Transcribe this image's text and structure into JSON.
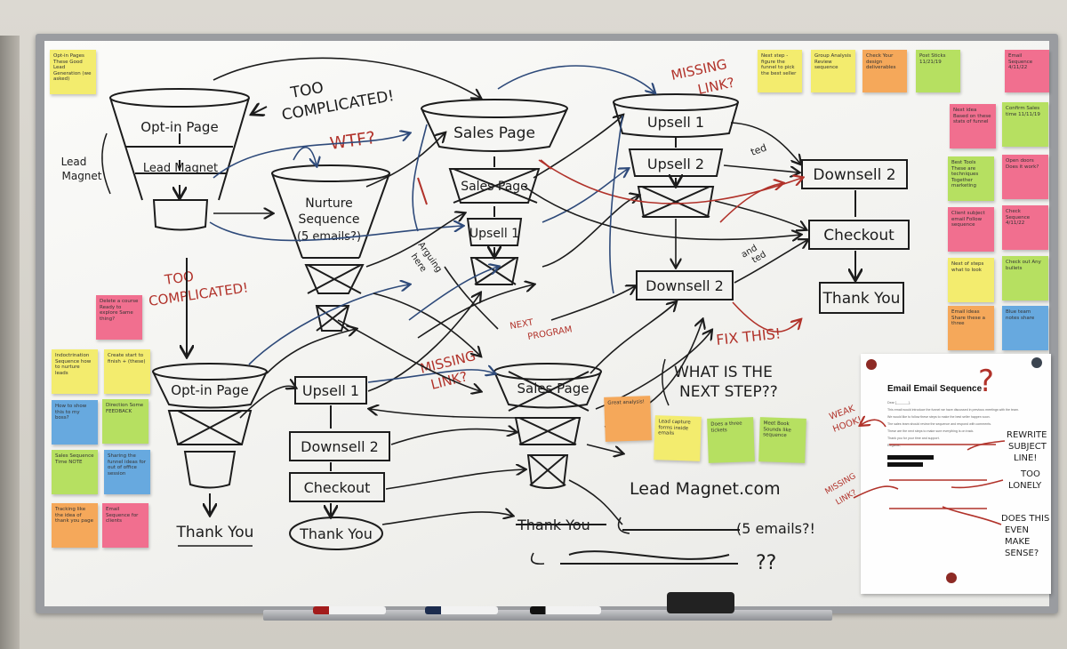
{
  "board": {
    "funnel_left_top": [
      "Opt-in Page",
      "Lead Magnet"
    ],
    "lead_magnet_side_label": [
      "Lead",
      "Magnet"
    ],
    "too_complicated": "TOO COMPLICATED!",
    "too_complicated_lines": [
      "TOO",
      "COMPLICATED!"
    ],
    "wtf": "WTF?",
    "nurture": [
      "Nurture",
      "Sequence",
      "(5 emails?)"
    ],
    "sales_top": "Sales Page",
    "sales_crossed": "Sales Page",
    "upsell_1_mid": "Upsell 1",
    "arguing_note": [
      "Arguing",
      "here"
    ],
    "upsell_1_top": "Upsell 1",
    "upsell_2_top": "Upsell 2",
    "missing_link": [
      "MISSING",
      "LINK?"
    ],
    "downsell_2_right": "Downsell 2",
    "checkout_right": "Checkout",
    "thank_you_right": "Thank You",
    "downsell_2_mid": "Downsell 2",
    "fix_this": "FIX THIS!",
    "next_step": [
      "WHAT IS THE",
      "NEXT STEP??"
    ],
    "next_program": [
      "NEXT",
      "PROGRAM"
    ],
    "missing_link_2": [
      "MISSING",
      "LINK?"
    ],
    "optin_left_bottom": "Opt-in Page",
    "thank_you_left": "Thank You",
    "upsell_1_left": "Upsell 1",
    "downsell_2_left": "Downsell 2",
    "checkout_left": "Checkout",
    "thank_you_oval": "Thank You",
    "sales_page_bottom": "Sales Page",
    "thank_you_crossed": "Thank You",
    "lead_magnet_com": "Lead Magnet.com",
    "five_emails": "(5 emails?!",
    "question_marks": "??",
    "arrow_note_added": "ted",
    "arrow_note_and": [
      "and",
      "ted"
    ]
  },
  "stickies_left": [
    {
      "color": "#f3ec6e",
      "text": "Opt-in Pages These Good Lead Generation (we asked)"
    },
    {
      "color": "#f16f8f",
      "text": "Delete a course Ready to explore Same thing?"
    },
    {
      "color": "#f3ec6e",
      "text": "Indoctrination Sequence how to nurture leads"
    },
    {
      "color": "#f3ec6e",
      "text": "Create start to finish + (these)"
    },
    {
      "color": "#67a9df",
      "text": "How to show this to my boss?"
    },
    {
      "color": "#b6e061",
      "text": "Direction Some FEEDBACK"
    },
    {
      "color": "#b6e061",
      "text": "Sales Sequence Time NOTE"
    },
    {
      "color": "#67a9df",
      "text": "Sharing the funnel ideas for out of office session"
    },
    {
      "color": "#f5a85a",
      "text": "Tracking like the idea of thank you page"
    },
    {
      "color": "#f16f8f",
      "text": "Email Sequence for clients"
    }
  ],
  "stickies_top": [
    {
      "color": "#f3ec6e",
      "text": "Next step - figure the funnel to pick the best seller"
    },
    {
      "color": "#f3ec6e",
      "text": "Group Analysis Review sequence"
    },
    {
      "color": "#f5a85a",
      "text": "Check Your design deliverables"
    },
    {
      "color": "#b6e061",
      "text": "Post Sticks 11/21/19"
    },
    {
      "color": "#f16f8f",
      "text": "Email Sequence 4/11/22"
    }
  ],
  "stickies_right": [
    {
      "color": "#f16f8f",
      "text": "Next idea Based on these stats of funnel"
    },
    {
      "color": "#b6e061",
      "text": "Confirm Sales time 11/11/19"
    },
    {
      "color": "#b6e061",
      "text": "Best Tools These are techniques Together marketing"
    },
    {
      "color": "#f16f8f",
      "text": "Open doors Does it work?"
    },
    {
      "color": "#f16f8f",
      "text": "Client subject email Follow sequence"
    },
    {
      "color": "#f16f8f",
      "text": "Check Sequence 4/11/22"
    },
    {
      "color": "#f3ec6e",
      "text": "Next of steps what to look"
    },
    {
      "color": "#b6e061",
      "text": "Check out Any bullets"
    },
    {
      "color": "#f5a85a",
      "text": "Email ideas Share these a three"
    },
    {
      "color": "#67a9df",
      "text": "Blue team notes share"
    }
  ],
  "stickies_middle": [
    {
      "color": "#f5a85a",
      "text": "Great analysis!"
    },
    {
      "color": "#f3ec6e",
      "text": "Lead capture forms inside emails"
    },
    {
      "color": "#b6e061",
      "text": "Does a three tickets"
    },
    {
      "color": "#b6e061",
      "text": "Meet Book Sounds like sequence"
    }
  ],
  "paper": {
    "title": "Email Email Sequence",
    "placeholder_lines": [
      "Dear [_______],",
      "This email would introduce the funnel we have discussed in previous meetings with the team.",
      "We would like to follow these steps to make the best seller happen soon.",
      "The sales team should review the sequence and respond with comments.",
      "These are the next steps to make sure everything is on track.",
      "Thank you for your time and support.",
      "Regards,"
    ]
  },
  "paper_notes": {
    "weak_hook": [
      "WEAK",
      "HOOK!"
    ],
    "rewrite": [
      "REWRITE",
      "SUBJECT",
      "LINE!"
    ],
    "too_lonely": [
      "TOO",
      "LONELY"
    ],
    "missing_link": [
      "MISSING",
      "LINK?"
    ],
    "does_this": [
      "DOES THIS",
      "EVEN",
      "MAKE",
      "SENSE?"
    ],
    "question": "?"
  },
  "colors": {
    "ink_black": "#1c1c1c",
    "ink_red": "#b1322a",
    "ink_blue": "#2e4a7a",
    "board": "#f4f4f1"
  }
}
